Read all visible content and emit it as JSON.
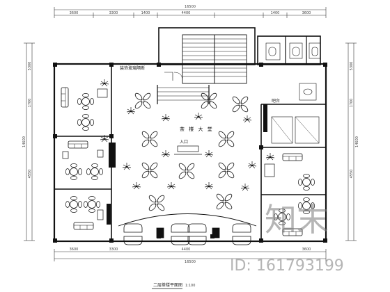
{
  "drawing": {
    "title": "二层茶楼平面图",
    "scale": "1:100",
    "hall_label": "茶 楼 大 堂",
    "small_labels": [
      "装饰玻璃隔断",
      "入口",
      "吧台"
    ]
  },
  "dimensions": {
    "top_overall": "16500",
    "top_segments": [
      "3600",
      "3300",
      "1400",
      "4400",
      "1400",
      "3600"
    ],
    "bottom_overall": "16500",
    "bottom_segments": [
      "3600",
      "3300",
      "4400",
      "3600"
    ],
    "left_overall": "14600",
    "left_segments": [
      "5300",
      "1700",
      "4550"
    ],
    "right_overall": "14600",
    "right_segments": [
      "5300",
      "1700",
      "4550"
    ]
  },
  "watermark": {
    "brand": "知末",
    "id_text": "ID: 161793199"
  }
}
